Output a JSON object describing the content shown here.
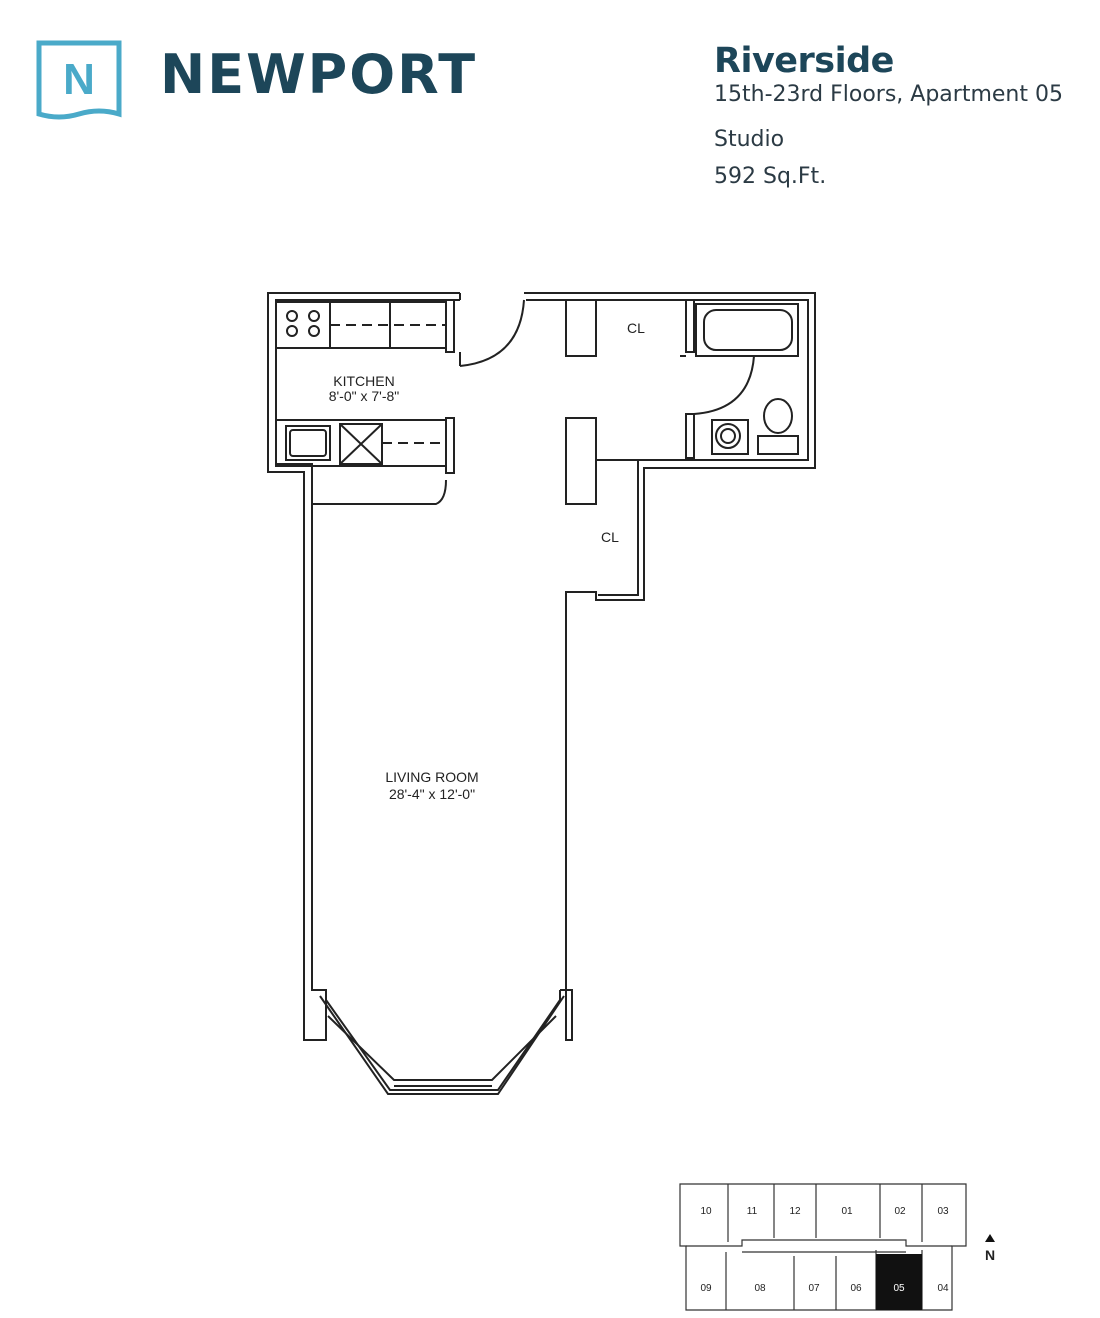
{
  "logo": {
    "letter": "N",
    "brand": "NEWPORT",
    "color": "#4aaac9",
    "text_color": "#1d4659"
  },
  "unit": {
    "building": "Riverside",
    "floors": "15th-23rd Floors, Apartment 05",
    "type": "Studio",
    "area": "592 Sq.Ft."
  },
  "rooms": {
    "kitchen": {
      "name": "KITCHEN",
      "dims": "8'-0\" x 7'-8\""
    },
    "closet_top": "CL",
    "closet_mid": "CL",
    "living": {
      "name": "LIVING ROOM",
      "dims": "28'-4\" x 12'-0\""
    }
  },
  "keyplan": {
    "units_top": [
      "10",
      "11",
      "12",
      "01",
      "02",
      "03"
    ],
    "units_bottom": [
      "09",
      "08",
      "07",
      "06",
      "05",
      "04"
    ],
    "highlighted": "05",
    "north": "N",
    "highlight_color": "#111111"
  }
}
